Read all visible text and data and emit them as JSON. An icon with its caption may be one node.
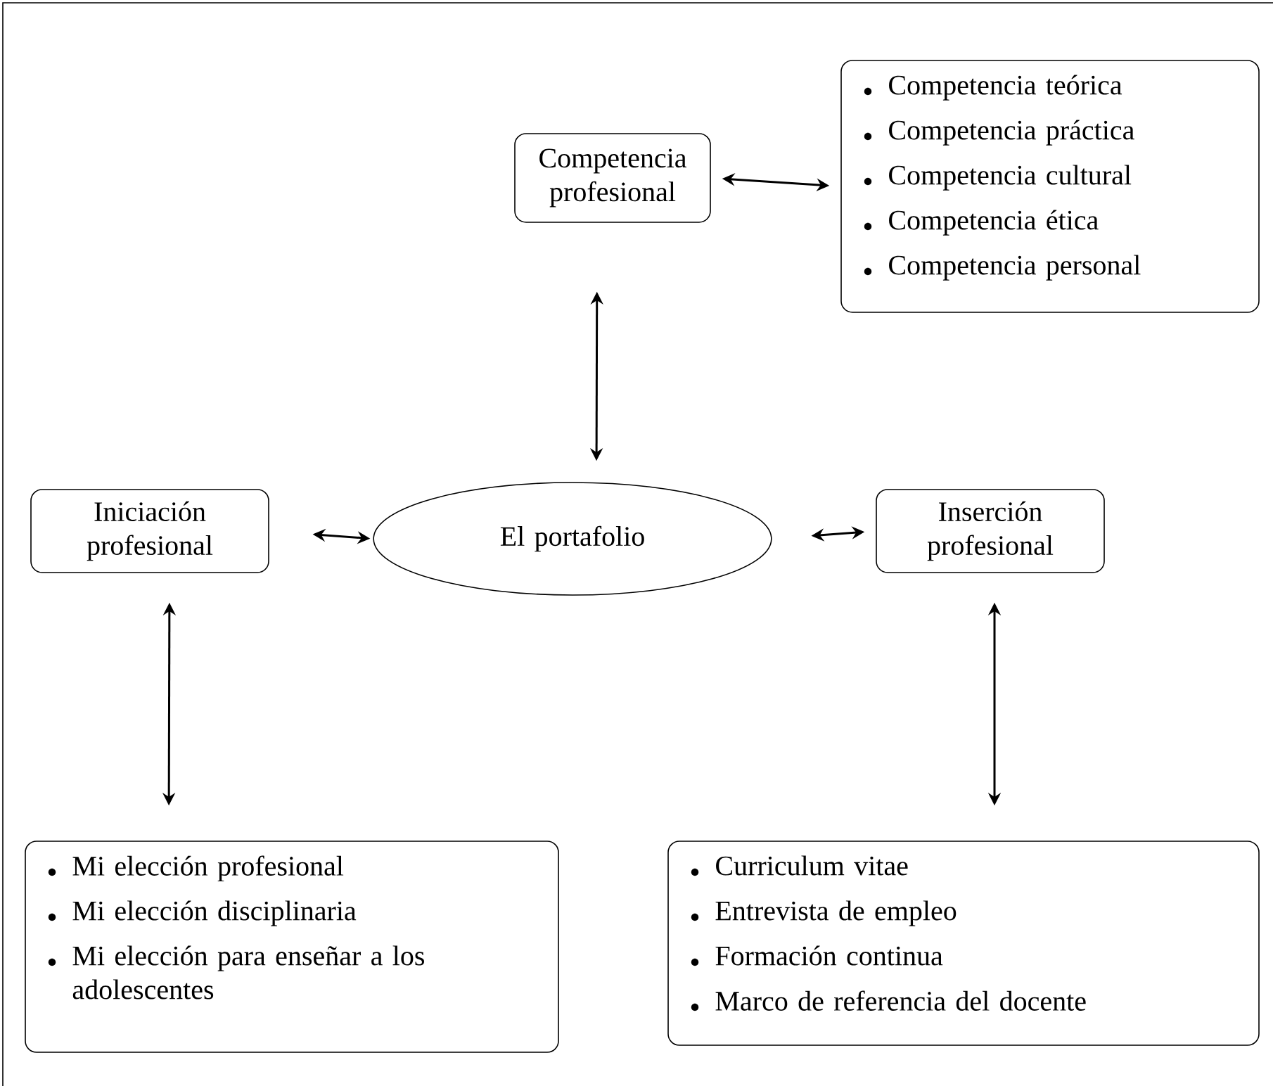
{
  "diagram": {
    "nodes": [
      {
        "text": [
          "Competencia profesional"
        ]
      },
      {
        "text": [
          "Competencia teórica",
          "Competencia práctica",
          "Competencia cultural",
          "Competencia ética",
          "Competencia personal"
        ]
      },
      {
        "text": [
          "Iniciación profesional"
        ]
      },
      {
        "text": [
          "El portafolio"
        ]
      },
      {
        "text": [
          "Inserción profesional"
        ]
      },
      {
        "text": [
          "Mi elección profesional",
          "Mi elección disciplinaria",
          "Mi elección para enseñar a los adolescentes"
        ]
      },
      {
        "text": [
          "Curriculum vitae",
          "Entrevista de empleo",
          "Formación continua",
          "Marco de referencia del docente"
        ]
      }
    ],
    "edges": [
      {
        "from": 0,
        "to": 1,
        "arrow": "both"
      },
      {
        "from": 0,
        "to": 3,
        "arrow": "both"
      },
      {
        "from": 2,
        "to": 3,
        "arrow": "both"
      },
      {
        "from": 3,
        "to": 4,
        "arrow": "both"
      },
      {
        "from": 2,
        "to": 5,
        "arrow": "both"
      },
      {
        "from": 4,
        "to": 6,
        "arrow": "both"
      }
    ]
  }
}
